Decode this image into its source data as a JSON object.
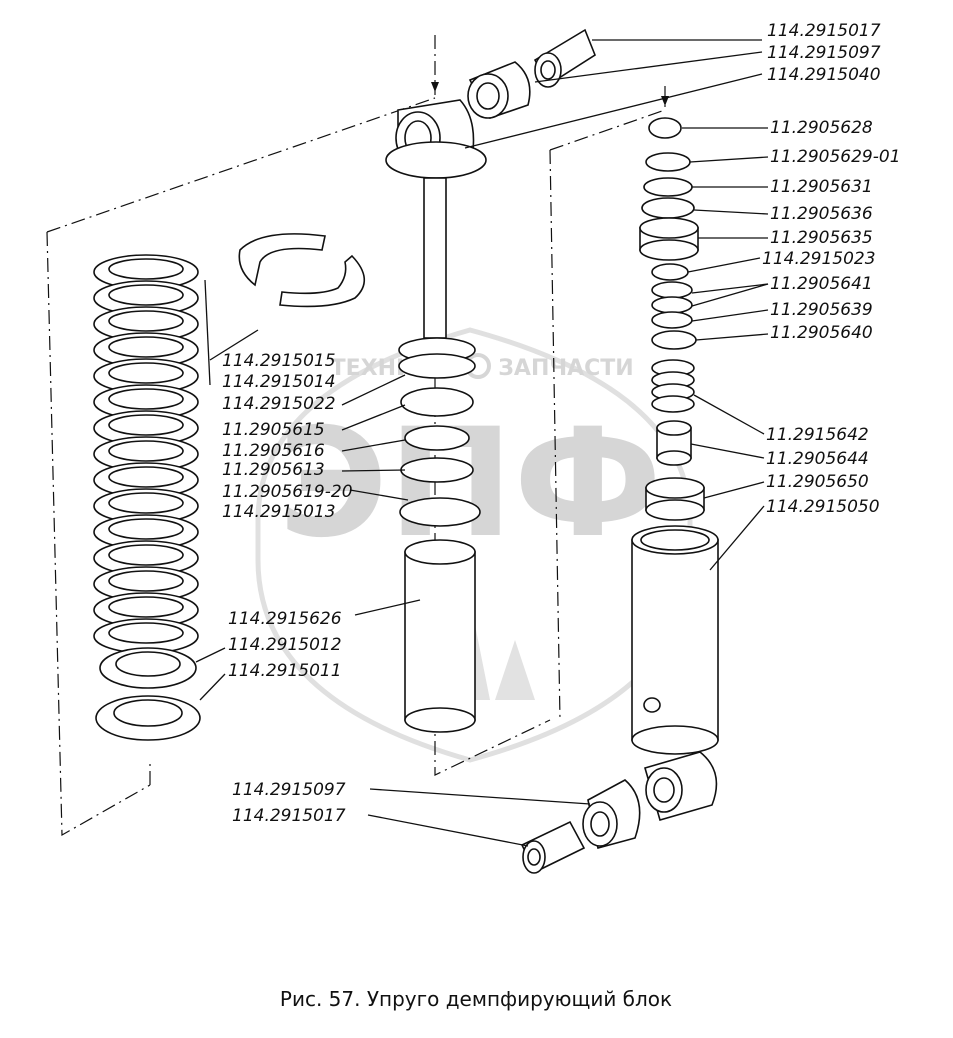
{
  "figure": {
    "caption": "Рис. 57. Упруго демпфирующий блок"
  },
  "watermark": {
    "left_word": "ТЕХНИКА",
    "right_word": "ЗАПЧАСТИ",
    "logo": "ЭПФ"
  },
  "labels": {
    "top_right": [
      "114.2915017",
      "114.2915097",
      "114.2915040"
    ],
    "right_column": [
      "11.2905628",
      "11.2905629-01",
      "11.2905631",
      "11.2905636",
      "11.2905635",
      "114.2915023",
      "11.2905641",
      "11.2905639",
      "11.2905640",
      "11.2915642",
      "11.2905644",
      "11.2905650",
      "114.2915050"
    ],
    "middle": [
      "114.2915015",
      "114.2915014",
      "114.2915022",
      "11.2905615",
      "11.2905616",
      "11.2905613",
      "11.2905619-20",
      "114.2915013"
    ],
    "left_lower": [
      "114.2915626",
      "114.2915012",
      "114.2915011"
    ],
    "bottom": [
      "114.2915097",
      "114.2915017"
    ]
  }
}
